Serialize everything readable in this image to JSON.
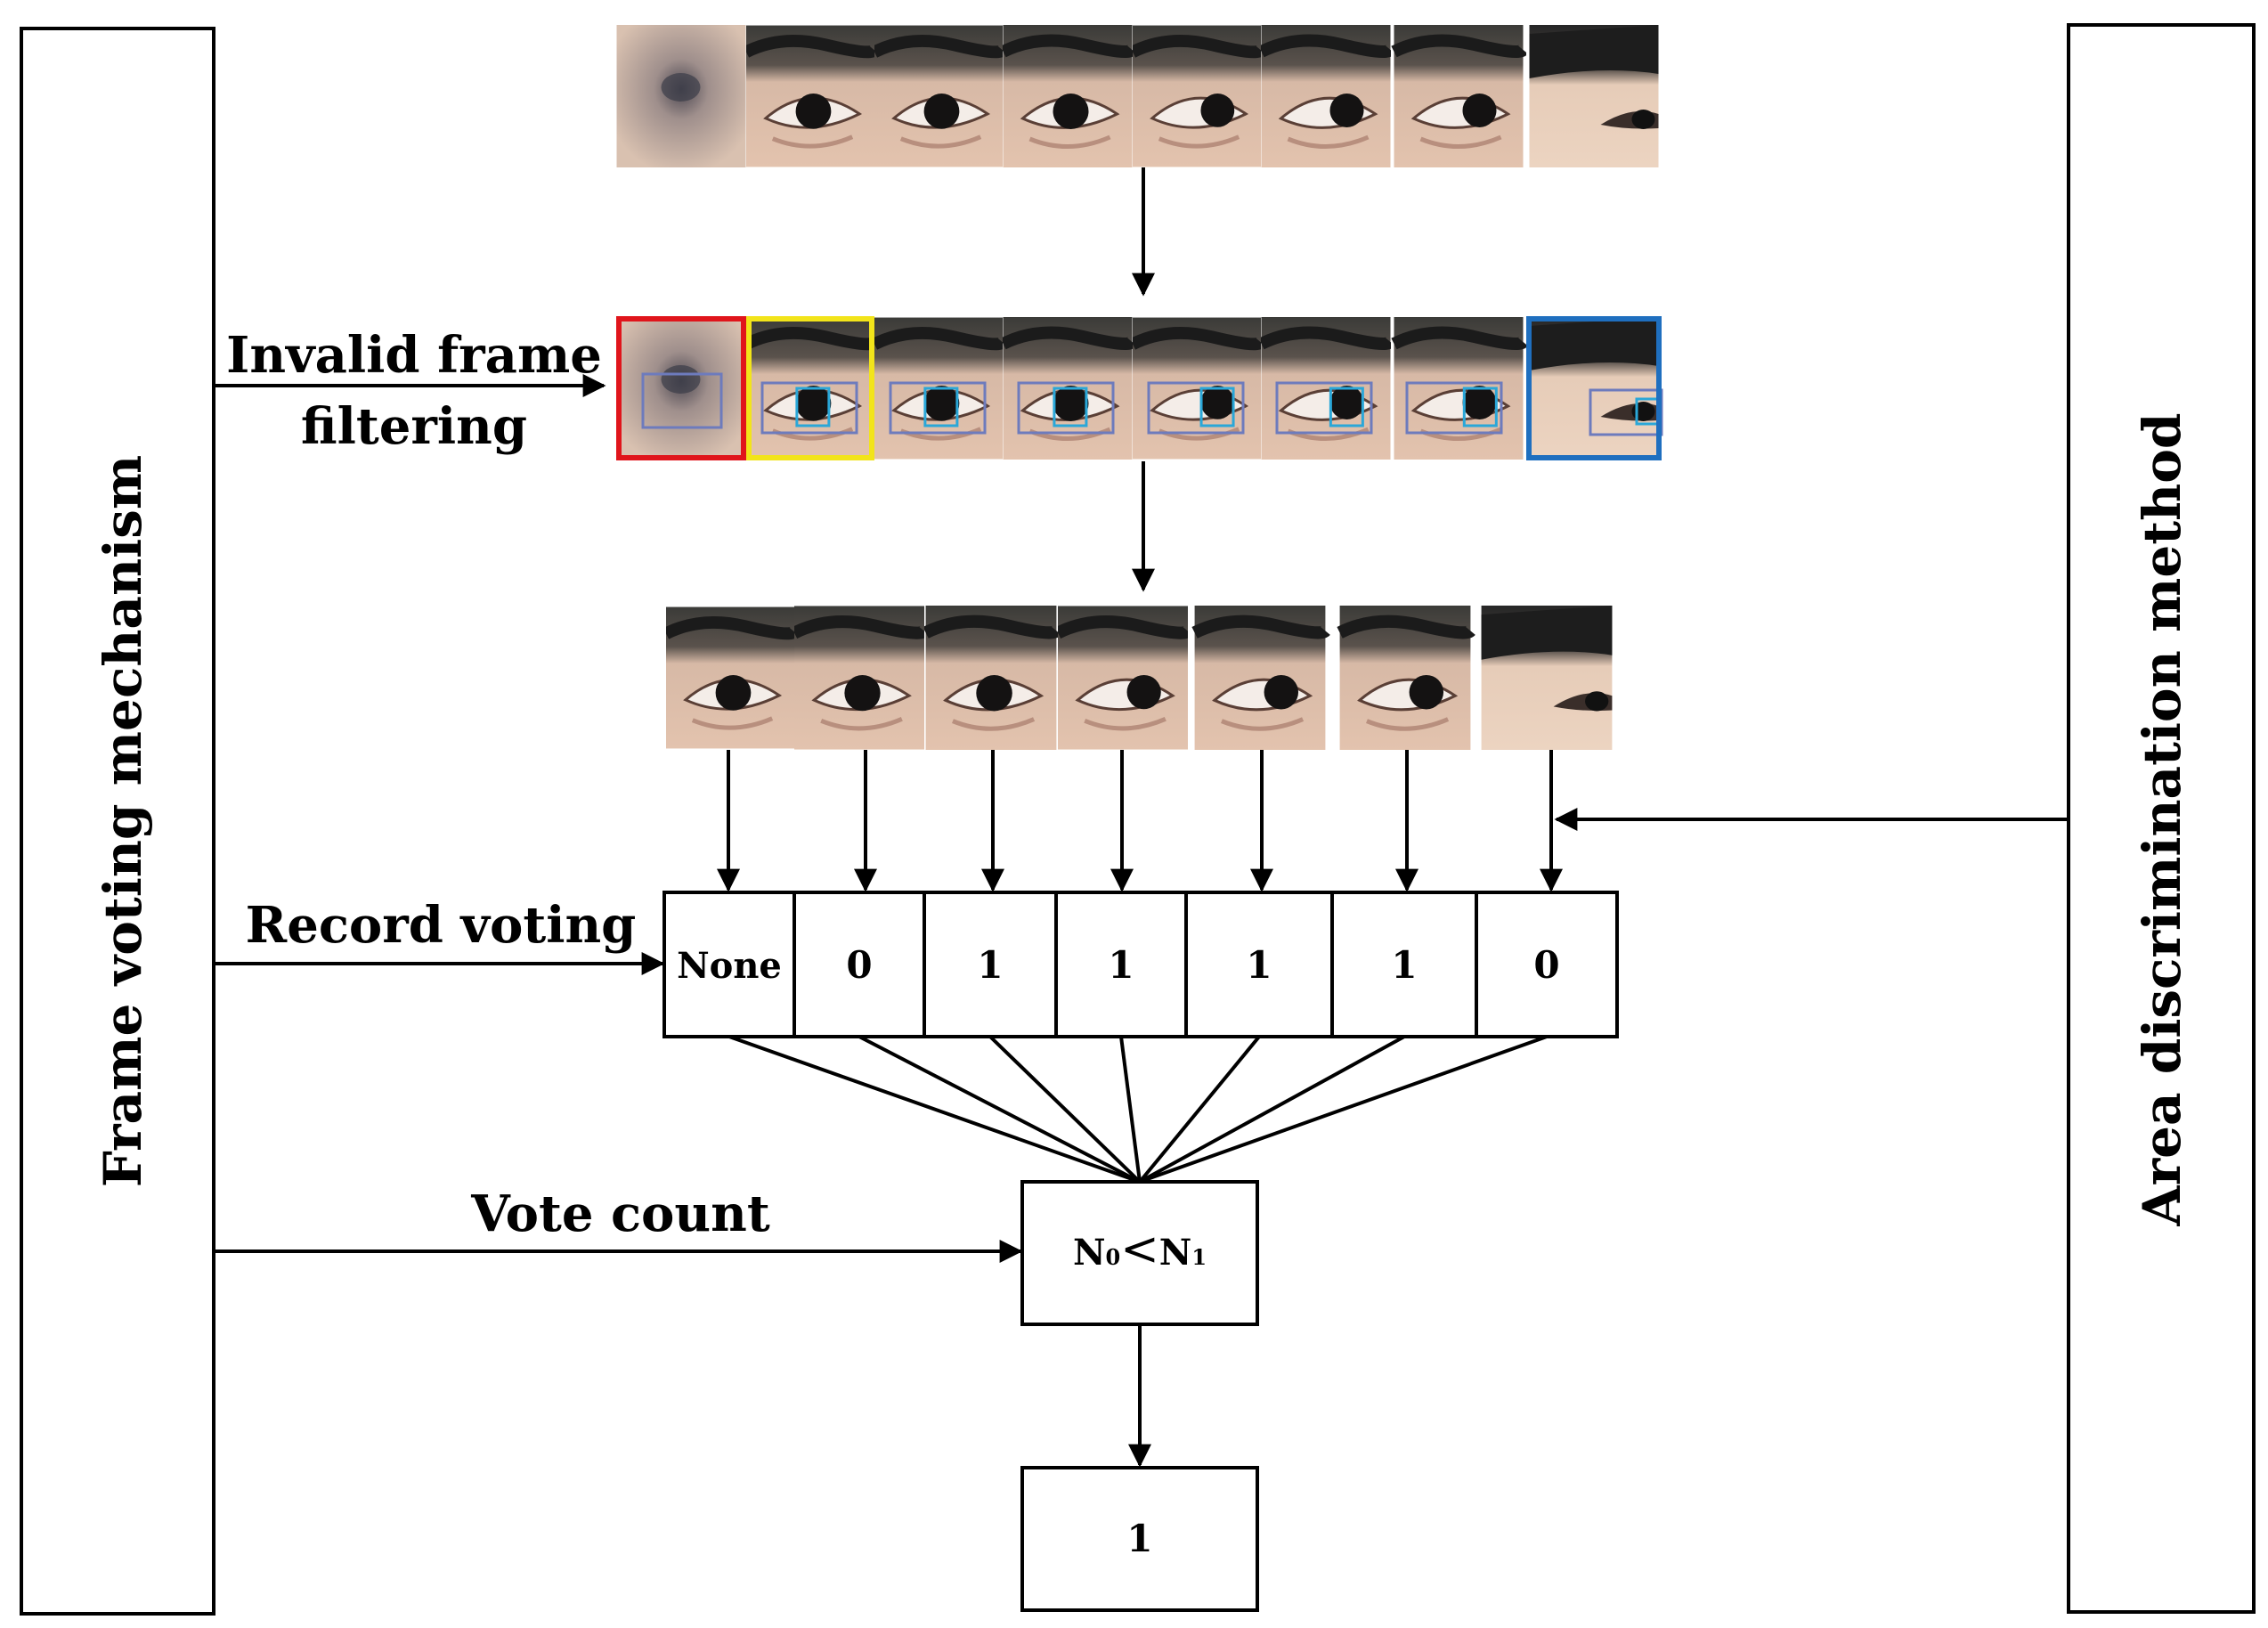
{
  "left_panel": {
    "label": "Frame voting mechanism"
  },
  "right_panel": {
    "label": "Area discrimination method"
  },
  "steps": {
    "invalid_filter_line1": "Invalid frame",
    "invalid_filter_line2": "filtering",
    "record_voting": "Record voting",
    "vote_count": "Vote count"
  },
  "votes": [
    "None",
    "0",
    "1",
    "1",
    "1",
    "1",
    "0"
  ],
  "comparison": {
    "n0": "N",
    "n0_sub": "0",
    "op": "<",
    "n1": "N",
    "n1_sub": "1"
  },
  "result": "1",
  "colors": {
    "invalid_frame_border": "#e0151b",
    "first_valid_border": "#f2e41a",
    "side_frame_border": "#1f6fbf",
    "eye_box": "#6d7bbd",
    "pupil_box": "#2aa7d8"
  }
}
